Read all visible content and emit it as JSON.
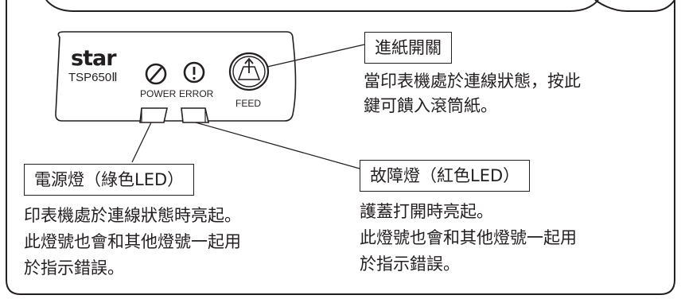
{
  "panel": {
    "brand": "star",
    "model": "TSP650Ⅱ",
    "power_label": "POWER",
    "error_label": "ERROR",
    "feed_label": "FEED"
  },
  "feed_callout": {
    "title": "進紙開關",
    "lines": [
      "當印表機處於連線狀態，按此",
      "鍵可饋入滾筒紙。"
    ]
  },
  "power_callout": {
    "title": "電源燈（綠色LED）",
    "lines": [
      "印表機處於連線狀態時亮起。",
      "此燈號也會和其他燈號一起用",
      "於指示錯誤。"
    ]
  },
  "error_callout": {
    "title": "故障燈（紅色LED）",
    "lines": [
      "護蓋打開時亮起。",
      "此燈號也會和其他燈號一起用",
      "於指示錯誤。"
    ]
  },
  "icons": [
    "power-icon",
    "error-icon",
    "feed-icon"
  ],
  "colors": {
    "ink": "#231f20",
    "background": "#ffffff"
  }
}
